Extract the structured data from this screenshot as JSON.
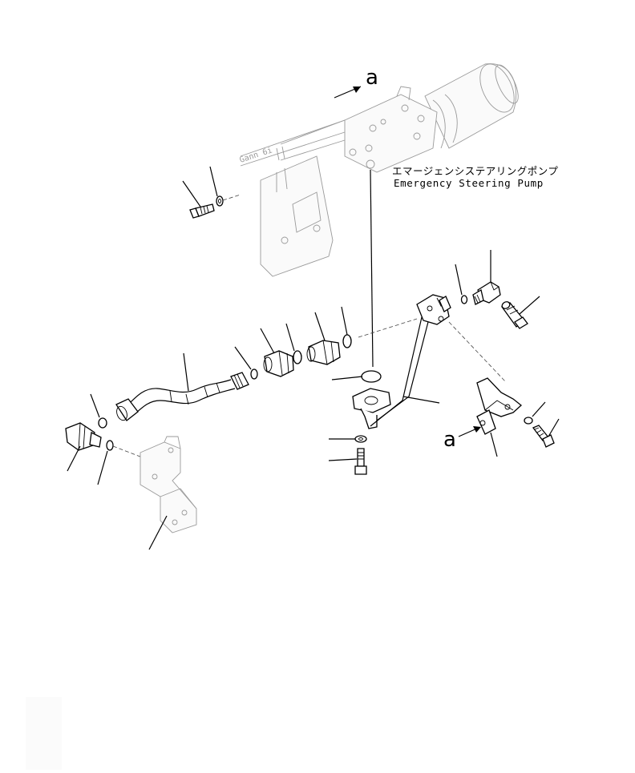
{
  "pump_label_jp": "エマージェンシステアリングポンプ",
  "pump_label_en": "Emergency Steering Pump",
  "view_marker_top": "a",
  "view_marker_mid": "a",
  "ghost_stencil": "Gann 6i"
}
